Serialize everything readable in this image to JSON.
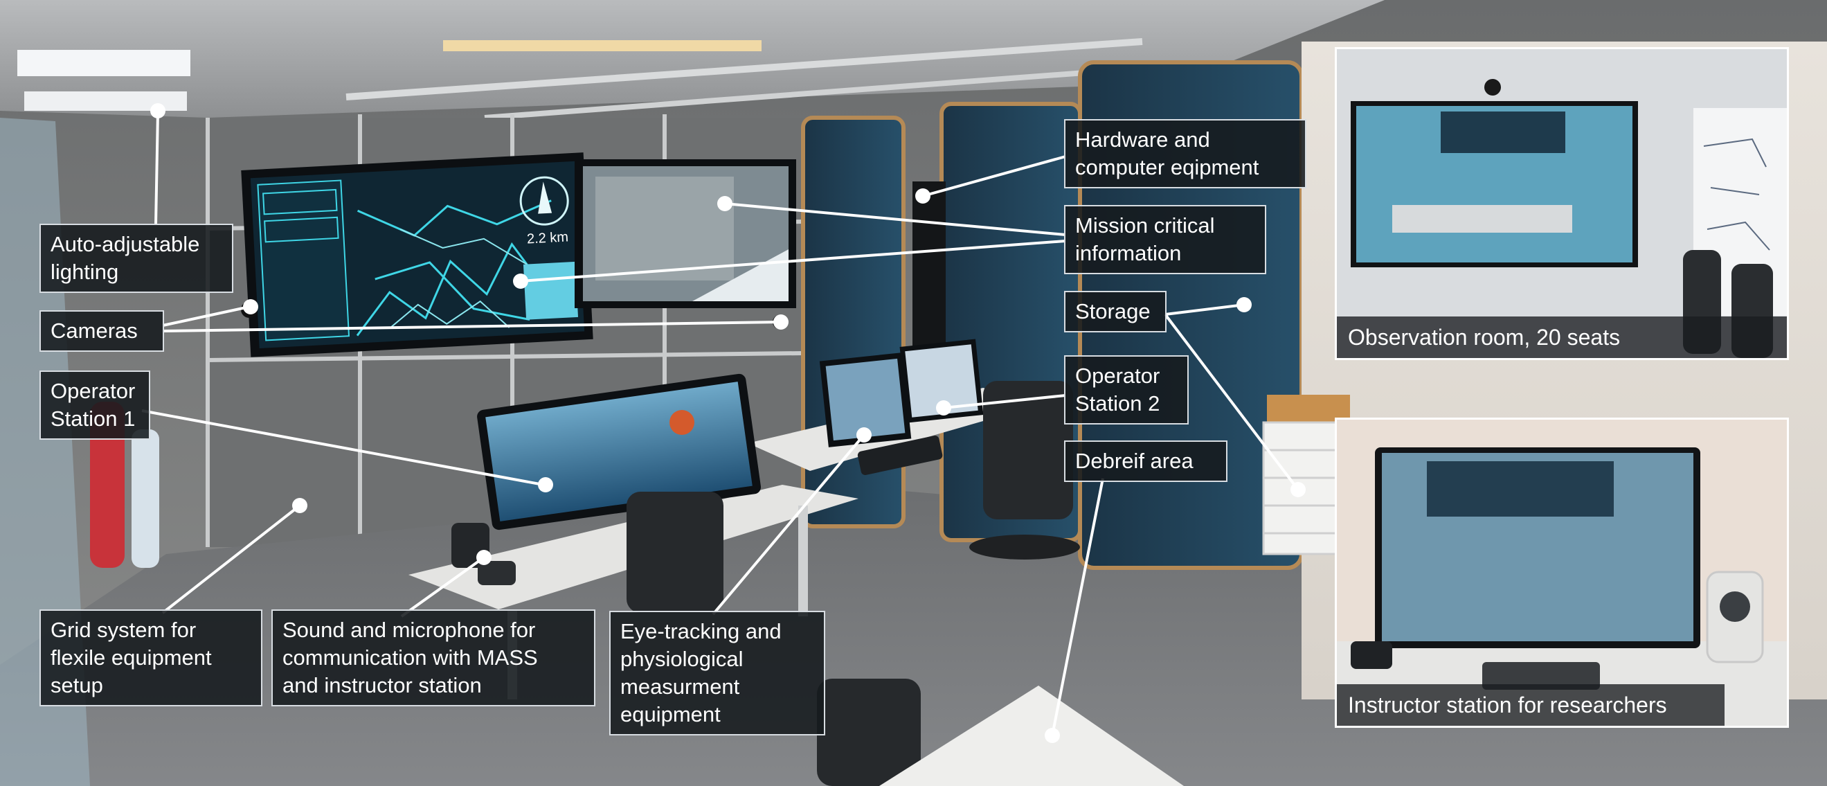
{
  "labels": {
    "lighting": "Auto-adjustable\nlighting",
    "cameras": "Cameras",
    "operator1": "Operator\nStation 1",
    "grid": "Grid system for\nflexile equipment\nsetup",
    "sound": "Sound and microphone for\ncommunication with MASS\nand instructor station",
    "eyetracking": "Eye-tracking and\nphysiological\nmeasurment\nequipment",
    "hardware": "Hardware and\ncomputer eqipment",
    "mission": "Mission critical\ninformation",
    "storage": "Storage",
    "operator2": "Operator\nStation 2",
    "debrief": "Debreif area"
  },
  "insets": {
    "observation": "Observation room, 20 seats",
    "instructor": "Instructor station for researchers"
  },
  "screen_text": {
    "distance": "2.2 km"
  },
  "colors": {
    "label_bg": "#161a1e",
    "label_border": "#d8dde2",
    "leader_line": "#ffffff",
    "panel_blue": "#1f3f55",
    "map_cyan": "#3fd6e6",
    "floor": "#76787a"
  },
  "icons": [
    "camera-icon",
    "compass-icon",
    "chair-icon"
  ]
}
